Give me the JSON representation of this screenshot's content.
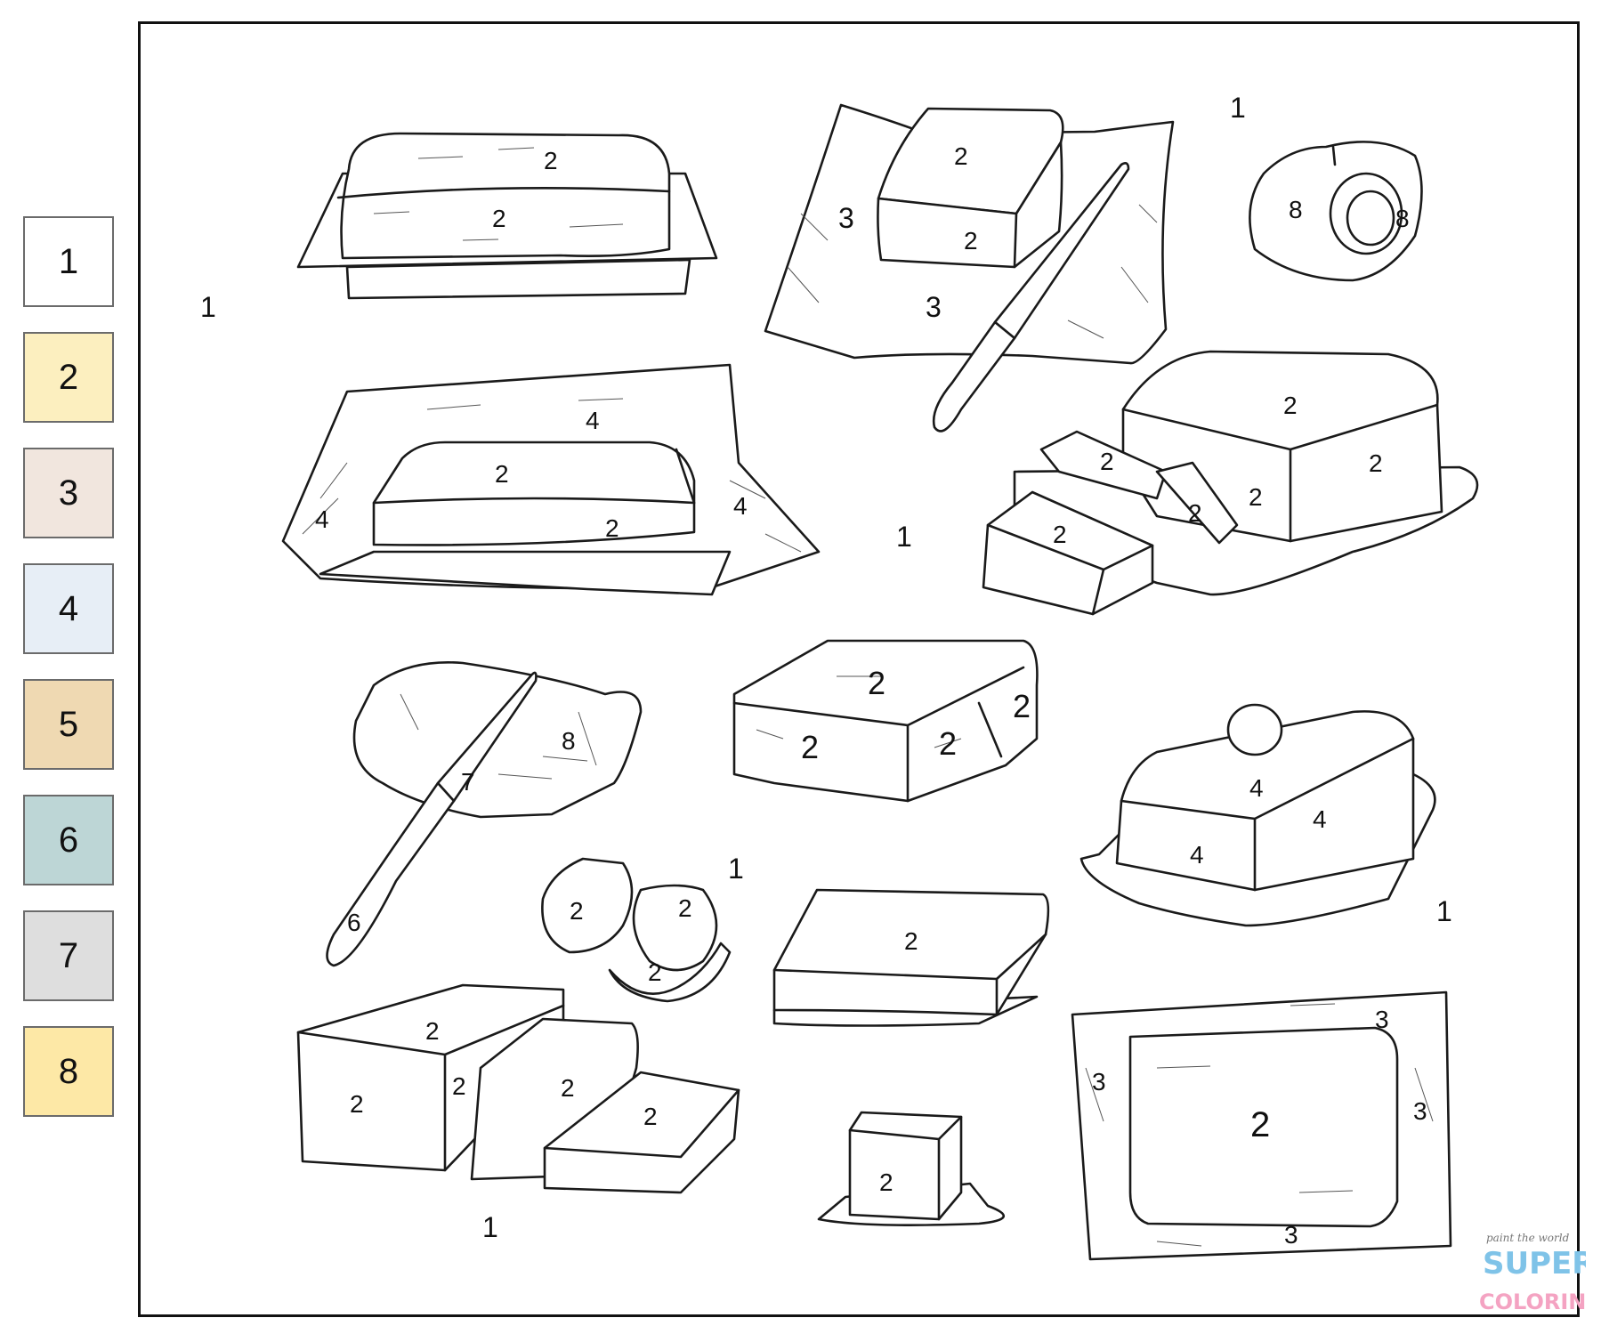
{
  "legend": [
    {
      "number": "1",
      "color": "#ffffff"
    },
    {
      "number": "2",
      "color": "#fcefbf"
    },
    {
      "number": "3",
      "color": "#f1e6de"
    },
    {
      "number": "4",
      "color": "#e7eef6"
    },
    {
      "number": "5",
      "color": "#efd9b2"
    },
    {
      "number": "6",
      "color": "#bdd6d6"
    },
    {
      "number": "7",
      "color": "#dedede"
    },
    {
      "number": "8",
      "color": "#fde8a6"
    }
  ],
  "region_labels": {
    "bg_left": "1",
    "bg_top_right": "1",
    "bg_center": "1",
    "bg_mid": "1",
    "bg_right": "1",
    "bg_bottom": "1",
    "dish_lid": "2",
    "dish_front": "2",
    "paper_block_top": "2",
    "paper_block_front": "2",
    "paper_left": "3",
    "paper_bottom": "3",
    "curl_left": "8",
    "curl_right": "8",
    "wrap_back": "4",
    "wrap_left": "4",
    "wrap_right": "4",
    "wrap_block_top": "2",
    "wrap_block_front": "2",
    "board_block_top": "2",
    "board_block_side": "2",
    "board_block_front": "2",
    "board_slice_a": "2",
    "board_slice_b": "2",
    "board_slice_c": "2",
    "knife_blade": "7",
    "knife_handle": "6",
    "scoop": "8",
    "bitten_top": "2",
    "bitten_front": "2",
    "bitten_bite": "2",
    "bitten_side": "2",
    "covered_top": "4",
    "covered_side": "4",
    "covered_front": "4",
    "rolls_left": "2",
    "rolls_right": "2",
    "rolls_bottom": "2",
    "melting_block": "2",
    "cut_block_top": "2",
    "cut_block_front": "2",
    "cut_block_side": "2",
    "cut_mid": "2",
    "cut_slice": "2",
    "cube": "2",
    "tray_top": "3",
    "tray_left": "3",
    "tray_right": "3",
    "tray_bottom": "3",
    "tray_butter": "2"
  },
  "logo": {
    "tagline": "paint the world",
    "line1": "SUPER",
    "line2": "COLORING"
  }
}
